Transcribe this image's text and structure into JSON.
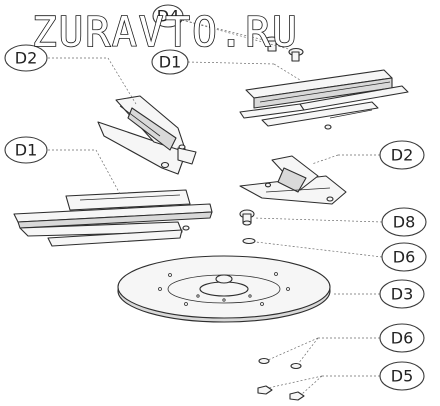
{
  "watermark": "ZURAVTO.RU",
  "labels": {
    "d4": "D4",
    "d2_top": "D2",
    "d1_top": "D1",
    "d1_left": "D1",
    "d2_right": "D2",
    "d8": "D8",
    "d6_upper": "D6",
    "d3": "D3",
    "d6_lower": "D6",
    "d5": "D5"
  }
}
